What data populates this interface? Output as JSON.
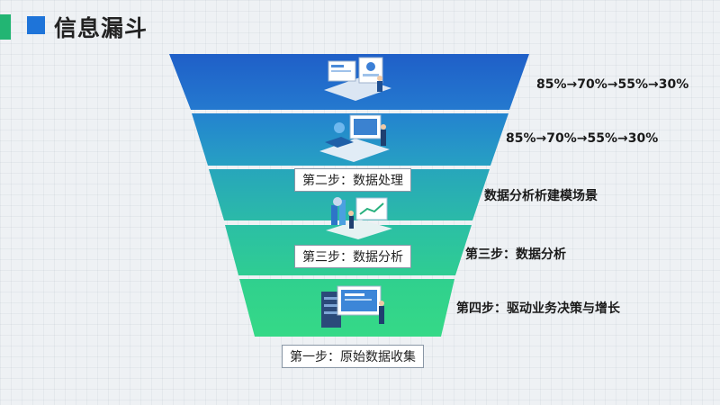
{
  "page": {
    "title": "信息漏斗",
    "colors": {
      "accent_bar": "#22b573",
      "title_square": "#1e74d9",
      "funnel_top": "#1f63c9",
      "funnel_bottom": "#2fd58a"
    }
  },
  "funnel": {
    "stage_labels": {
      "step2": "第二步：数据处理",
      "step3": "第三步：数据分析",
      "step1": "第一步：原始数据收集"
    },
    "side_texts": {
      "t1": "85%→70%→55%→30%",
      "t2": "85%→70%→55%→30%",
      "t3": "数据分析析建模场景",
      "t4": "第三步：数据分析",
      "t5": "第四步：驱动业务决策与增长"
    },
    "illustrations": [
      "dashboard-illustration-icon",
      "data-processing-illustration-icon",
      "analytics-illustration-icon",
      "server-illustration-icon"
    ]
  }
}
